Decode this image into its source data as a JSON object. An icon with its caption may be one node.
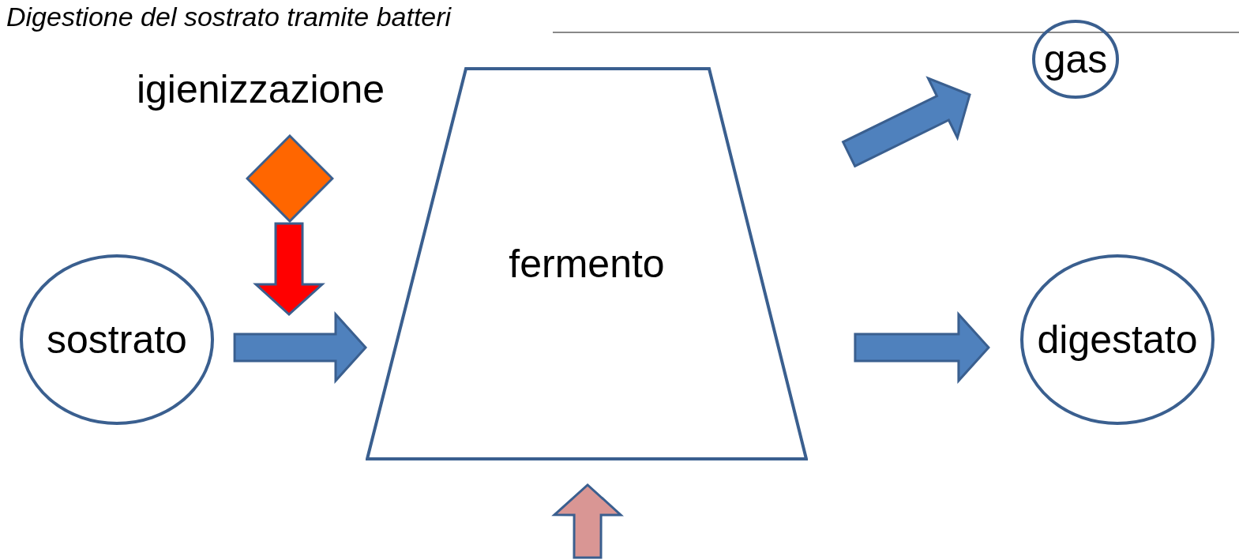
{
  "diagram": {
    "title": "Digestione del sostrato tramite batteri",
    "nodes": [
      {
        "text": [
          "igienizzazione"
        ]
      },
      {
        "text": [
          "sostrato"
        ]
      },
      {
        "text": [
          "fermento"
        ]
      },
      {
        "text": [
          "gas"
        ]
      },
      {
        "text": [
          "digestato"
        ]
      }
    ],
    "edges": [
      {
        "from": 0,
        "to": null,
        "arrow": "to",
        "color": "#ff0000"
      },
      {
        "from": 1,
        "to": 2,
        "arrow": "to"
      },
      {
        "from": 2,
        "to": 3,
        "arrow": "to"
      },
      {
        "from": 2,
        "to": 4,
        "arrow": "to"
      },
      {
        "from": null,
        "to": 2,
        "arrow": "to",
        "color": "#d99694"
      }
    ]
  }
}
